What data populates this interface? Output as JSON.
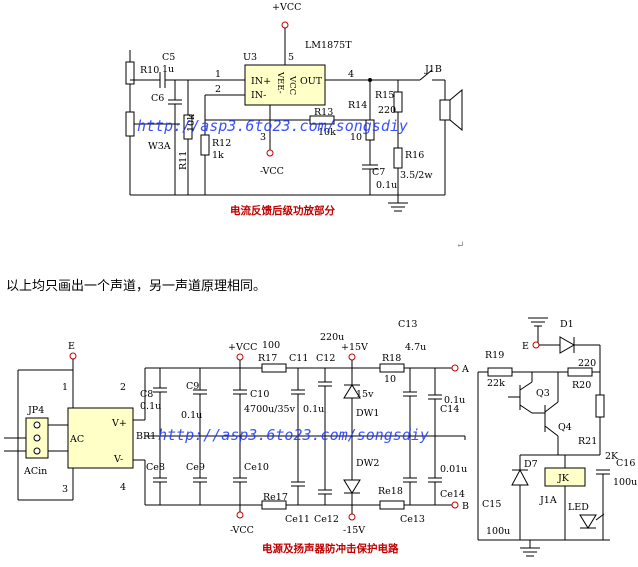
{
  "top": {
    "vcc_top": "+VCC",
    "vcc_bottom": "-VCC",
    "chip_name": "U3",
    "chip_part": "LM1875T",
    "pin_in_plus": "IN+",
    "pin_in_minus": "IN-",
    "pin_vee": "VEE-",
    "pin_vcc": "VCC",
    "pin_out": "OUT",
    "pin1": "1",
    "pin2": "2",
    "pin3": "3",
    "pin4": "4",
    "pin5": "5",
    "r10": "R10",
    "c5": "C5",
    "c5v": "1u",
    "c6": "C6",
    "w3a": "W3A",
    "r11": "R11",
    "r11v": "10k",
    "r12": "R12",
    "r12v": "1k",
    "r13": "R13",
    "r13v": "10k",
    "r14": "R14",
    "r14v": "10",
    "r15": "R15",
    "r15v": "220",
    "r16": "R16",
    "r16v": "3.5/2w",
    "c7": "C7",
    "c7v": "0.1u",
    "j1b": "J1B",
    "title": "电流反馈后级功放部分",
    "watermark": "http://asp3.6to23.com/songsdiy"
  },
  "note": "以上均只画出一个声道，另一声道原理相同。",
  "psu": {
    "node_e": "E",
    "jp4": "JP4",
    "acin": "ACin",
    "br1": "BR1",
    "ac": "AC",
    "vp": "V+",
    "vm": "V-",
    "p1": "1",
    "p2": "2",
    "p3": "3",
    "p4": "4",
    "vcc_p": "+VCC",
    "vcc_m": "-VCC",
    "c8": "C8",
    "c8v": "0.1u",
    "c9": "C9",
    "c9v": "0.1u",
    "c10": "C10",
    "c10v": "4700u/35v",
    "ce8": "Ce8",
    "ce9": "Ce9",
    "ce10": "Ce10",
    "r17": "R17",
    "r17v": "100",
    "re17": "Re17",
    "c11": "C11",
    "c11v": "0.1u",
    "c12": "C12",
    "c12v": "220u",
    "ce11": "Ce11",
    "ce12": "Ce12",
    "v15p": "+15V",
    "v15m": "-15V",
    "dw1": "DW1",
    "dw1v": "15v",
    "dw2": "DW2",
    "r18": "R18",
    "r18v": "10",
    "re18": "Re18",
    "c13": "C13",
    "c13v": "4.7u",
    "c14": "C14",
    "c14v": "0.1u",
    "ce13": "Ce13",
    "ce14": "Ce14",
    "ce14v": "0.01u",
    "node_a": "A",
    "node_b": "B",
    "title": "电源及扬声器防冲击保护电路",
    "watermark": "http://asp3.6to23.com/songsdiy"
  },
  "prot": {
    "d1": "D1",
    "node_e": "E",
    "r19": "R19",
    "r19v": "22k",
    "q3": "Q3",
    "q4": "Q4",
    "r20": "R20",
    "r20v": "220",
    "r21": "R21",
    "r21v": "2K",
    "c16": "C16",
    "c16v": "100u",
    "d7": "D7",
    "jk": "JK",
    "j1a": "J1A",
    "led": "LED",
    "c15": "C15",
    "c15v": "100u"
  }
}
